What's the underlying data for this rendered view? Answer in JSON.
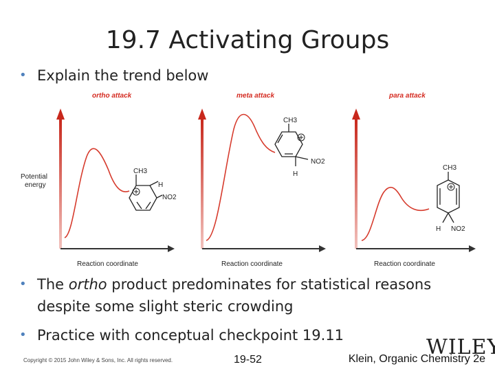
{
  "slide": {
    "title": "19.7 Activating Groups",
    "bullet1": "Explain the trend below",
    "bullet2_prefix": "The ",
    "bullet2_italic": "ortho",
    "bullet2_suffix": " product predominates for statistical reasons despite some slight steric crowding",
    "bullet3": "Practice with conceptual checkpoint 19.11"
  },
  "diagram": {
    "ylabel_line1": "Potential",
    "ylabel_line2": "energy",
    "xlabel": "Reaction coordinate",
    "panels": [
      {
        "label": "ortho attack",
        "ch3": "CH3",
        "h": "H",
        "no2": "NO2"
      },
      {
        "label": "meta attack",
        "ch3": "CH3",
        "h": "H",
        "no2": "NO2"
      },
      {
        "label": "para attack",
        "ch3": "CH3",
        "h": "H",
        "no2": "NO2"
      }
    ],
    "colors": {
      "label_red": "#d42a20",
      "curve_red": "#d63a2c",
      "arrow_dark": "#333333"
    }
  },
  "footer": {
    "copyright": "Copyright © 2015 John Wiley & Sons, Inc. All rights reserved.",
    "page": "19-52",
    "book": "Klein, Organic Chemistry 2e",
    "logo": "WILEY"
  }
}
